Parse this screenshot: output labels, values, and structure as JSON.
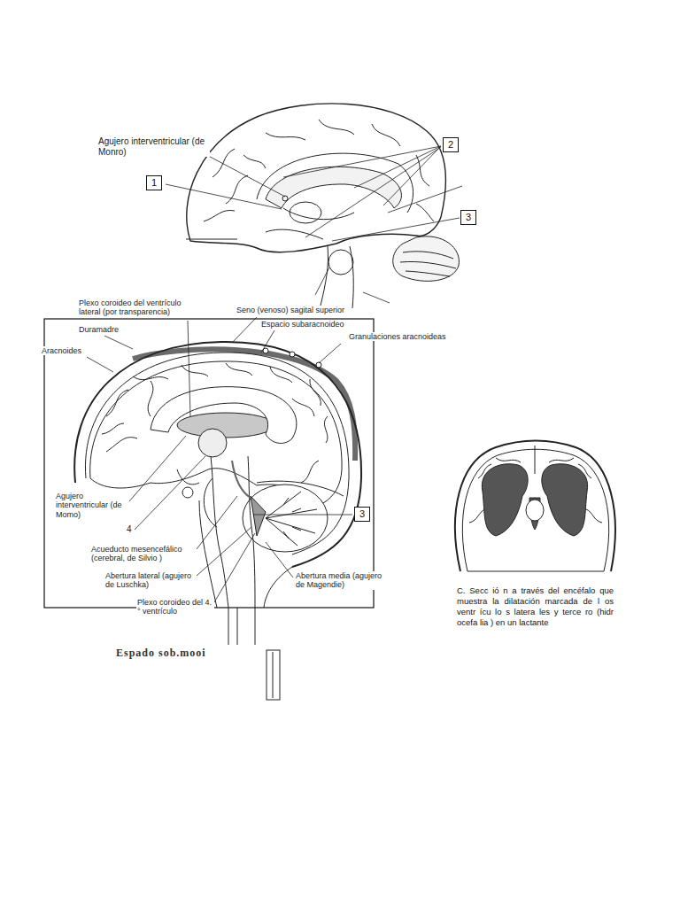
{
  "diagram": {
    "caption": "C. Secc ió n a través del encéfalo que muestra la dilatación marcada de l os ventr ícu lo s latera les y terce ro (hidr ocefa lia ) en un lactante",
    "nodes": [
      {
        "text": [
          "2"
        ]
      },
      {
        "text": [
          "1"
        ]
      },
      {
        "text": [
          "3"
        ]
      },
      {
        "text": [
          "3"
        ]
      }
    ],
    "labels": [
      "Agujero interventricular (de Monro)",
      "Plexo coroideo del ventrículo lateral (por transparencia)",
      "Seno (venoso) sagital superior",
      "Espacio subaracnoideo",
      "Duramadre",
      "Granulaciones aracnoideas",
      "Aracnoides",
      "Agujero interventricular (de Momo)",
      "4",
      "Acueducto mesencefálico (cerebral, de Silvio )",
      "Abertura lateral (agujero de Luschka)",
      "Abertura media (agujero de Magendie)",
      "Plexo coroideo del 4.° ventrículo",
      "Espado sob.mooi"
    ]
  }
}
